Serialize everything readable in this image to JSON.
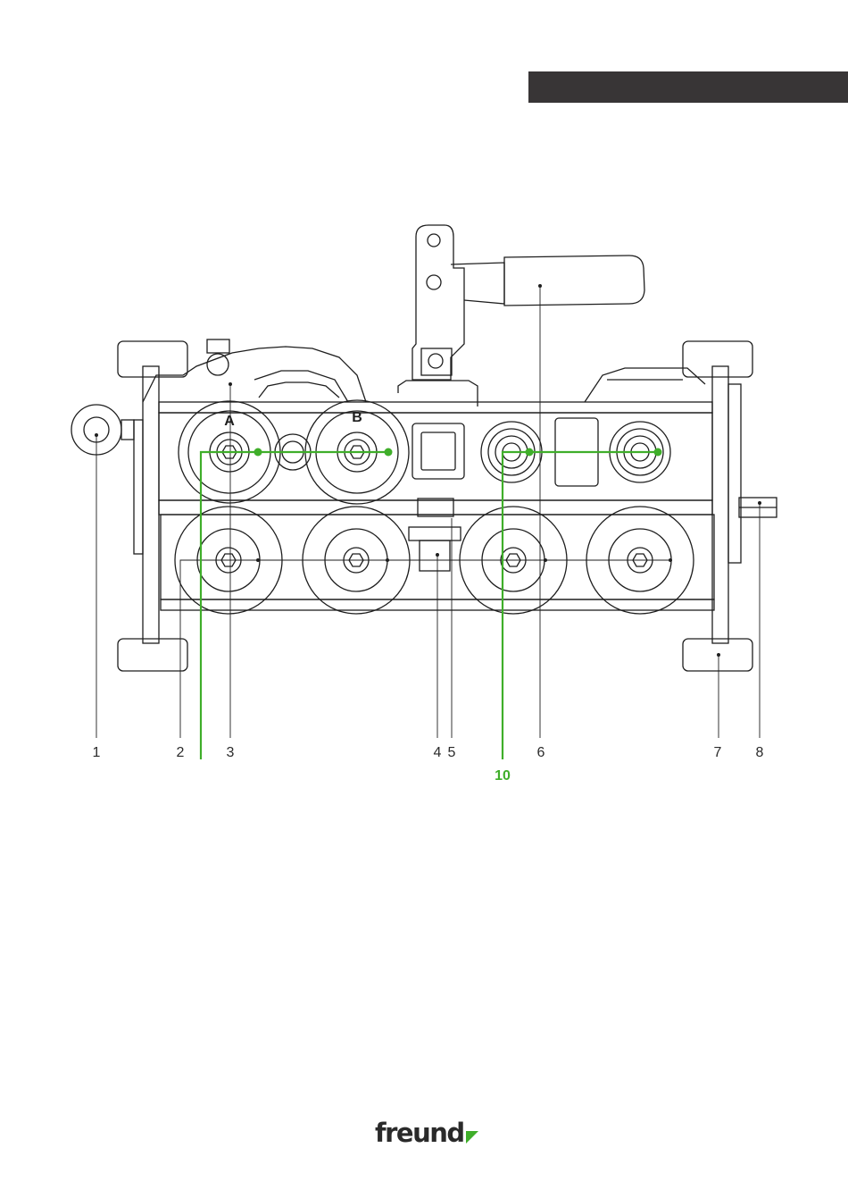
{
  "colors": {
    "accent": "#3fae2a",
    "line": "#1e1e1e",
    "header_bar": "#383536",
    "text": "#2a2a2a"
  },
  "header": {
    "bar": "dark-header-bar"
  },
  "wheels": {
    "upper_left_letter": "A",
    "upper_right_letter": "B"
  },
  "callouts": [
    {
      "label": "1"
    },
    {
      "label": "2"
    },
    {
      "label": "3"
    },
    {
      "label": "4"
    },
    {
      "label": "5"
    },
    {
      "label": "6"
    },
    {
      "label": "7"
    },
    {
      "label": "8"
    }
  ],
  "accent_callout": {
    "label": "10"
  },
  "footer": {
    "logo_text": "freund",
    "logo_mark": "green-triangle-icon"
  }
}
